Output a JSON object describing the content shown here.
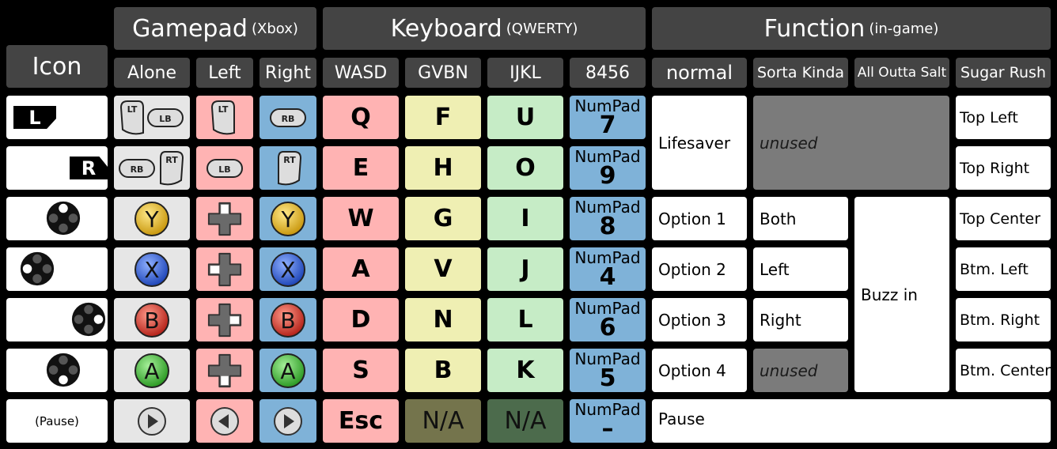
{
  "headers": {
    "gamepad": {
      "title": "Gamepad",
      "sub": "(Xbox)"
    },
    "keyboard": {
      "title": "Keyboard",
      "sub": "(QWERTY)"
    },
    "function": {
      "title": "Function",
      "sub": "(in-game)"
    },
    "icon": "Icon"
  },
  "subheaders": {
    "alone": "Alone",
    "left": "Left",
    "right": "Right",
    "wasd": "WASD",
    "gvbn": "GVBN",
    "ijkl": "IJKL",
    "n8456": "8456",
    "normal": "normal",
    "sorta": "Sorta Kinda",
    "outta": "All Outta Salt",
    "sugar": "Sugar Rush"
  },
  "icons": {
    "L": "L",
    "R": "R",
    "pause": "(Pause)",
    "button_labels": {
      "lt": "LT",
      "lb": "LB",
      "rb": "RB",
      "rt": "RT",
      "y": "Y",
      "x": "X",
      "b": "B",
      "a": "A"
    }
  },
  "rows": [
    {
      "wasd": "Q",
      "gvbn": "F",
      "ijkl": "U",
      "np_label": "NumPad",
      "np": "7",
      "sugar": "Top Left"
    },
    {
      "wasd": "E",
      "gvbn": "H",
      "ijkl": "O",
      "np_label": "NumPad",
      "np": "9",
      "sugar": "Top Right"
    },
    {
      "wasd": "W",
      "gvbn": "G",
      "ijkl": "I",
      "np_label": "NumPad",
      "np": "8",
      "normal": "Option 1",
      "sorta": "Both",
      "sugar": "Top Center"
    },
    {
      "wasd": "A",
      "gvbn": "V",
      "ijkl": "J",
      "np_label": "NumPad",
      "np": "4",
      "normal": "Option 2",
      "sorta": "Left",
      "sugar": "Btm. Left"
    },
    {
      "wasd": "D",
      "gvbn": "N",
      "ijkl": "L",
      "np_label": "NumPad",
      "np": "6",
      "normal": "Option 3",
      "sorta": "Right",
      "sugar": "Btm. Right"
    },
    {
      "wasd": "S",
      "gvbn": "B",
      "ijkl": "K",
      "np_label": "NumPad",
      "np": "5",
      "normal": "Option 4",
      "sorta": "unused",
      "sugar": "Btm. Center"
    },
    {
      "wasd": "Esc",
      "gvbn": "N/A",
      "ijkl": "N/A",
      "np_label": "NumPad",
      "np": "–"
    }
  ],
  "merged": {
    "lifesaver": "Lifesaver",
    "unused": "unused",
    "buzz": "Buzz in",
    "pause": "Pause"
  },
  "colors": {
    "yellow_button": "#e0b21a",
    "blue_button": "#2f5fc9",
    "red_button": "#c9302f",
    "green_button": "#3aa83a"
  }
}
